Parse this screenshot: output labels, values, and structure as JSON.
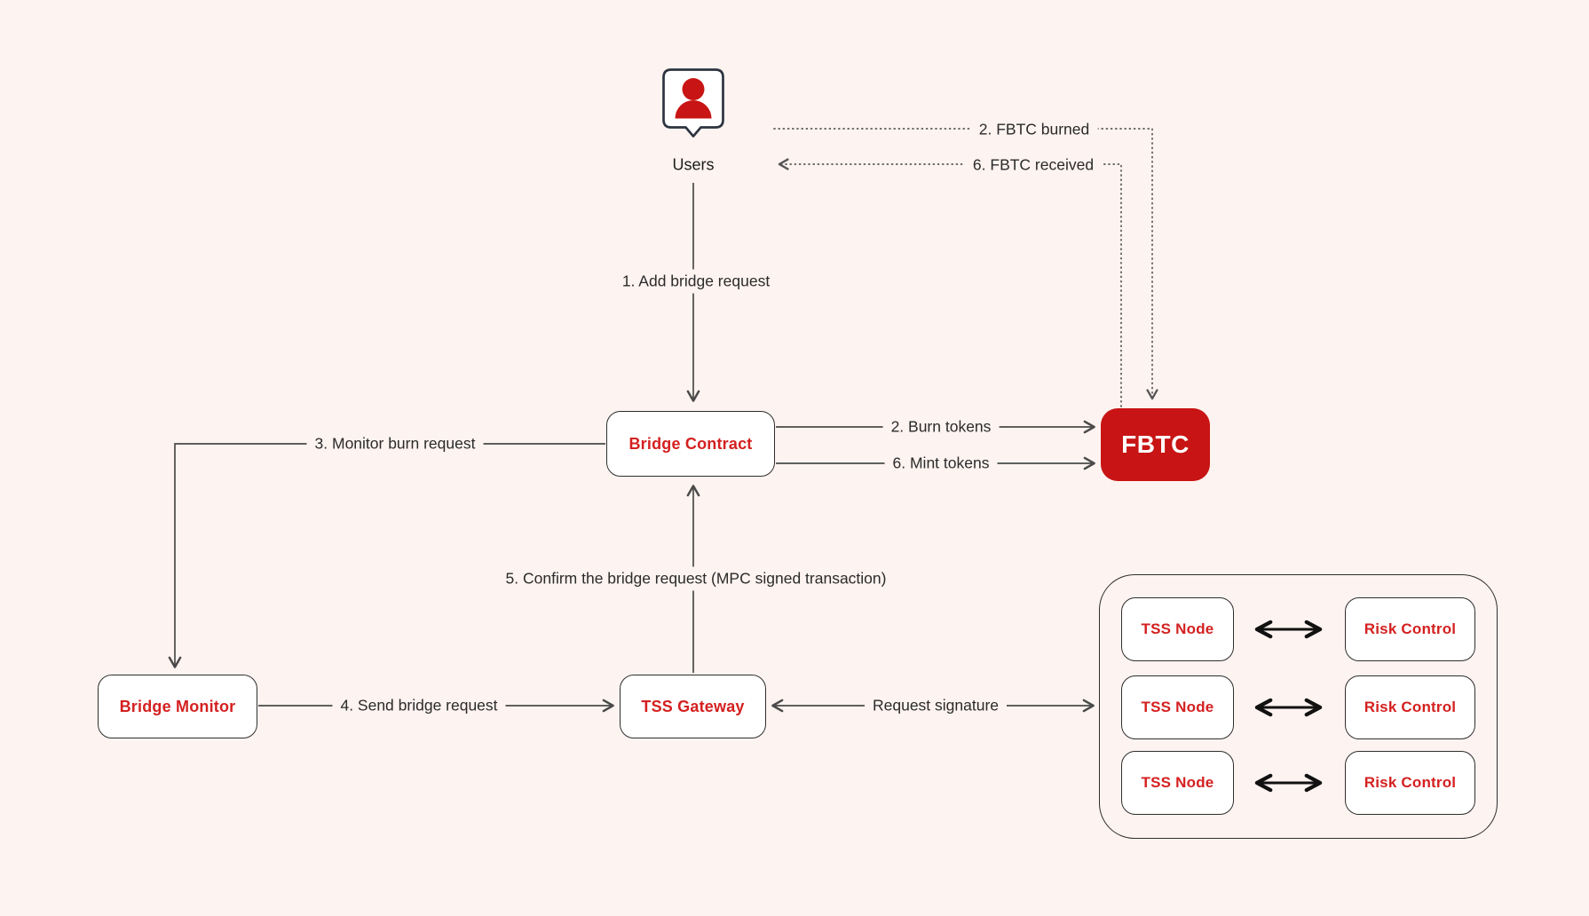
{
  "title": "FBTC bridge request flow diagram",
  "palette": {
    "background": "#fdf3f0",
    "node_fill": "#ffffff",
    "node_border": "#2e2e2e",
    "accent_red_fill": "#c81414",
    "accent_red_text": "#d42020",
    "line_gray": "#4a4a4a",
    "dotted_gray": "#555555",
    "thick_arrow_black": "#111111"
  },
  "icons": {
    "users": "user-in-speech-bubble-icon"
  },
  "nodes": {
    "users": {
      "label": "Users"
    },
    "bridge_contract": {
      "label": "Bridge Contract"
    },
    "fbtc": {
      "label": "FBTC"
    },
    "bridge_monitor": {
      "label": "Bridge Monitor"
    },
    "tss_gateway": {
      "label": "TSS Gateway"
    },
    "mpc_cluster": {
      "tss_node_label": "TSS Node",
      "risk_control_label": "Risk Control",
      "rows": 3
    }
  },
  "edges": {
    "add_bridge_request": "1. Add bridge request",
    "fbtc_burned": "2. FBTC burned",
    "burn_tokens": "2. Burn tokens",
    "monitor_burn_request": "3. Monitor burn request",
    "send_bridge_request": "4. Send bridge request",
    "confirm_bridge_request": "5. Confirm the bridge request (MPC signed transaction)",
    "fbtc_received": "6. FBTC received",
    "mint_tokens": "6. Mint tokens",
    "request_signature": "Request signature"
  }
}
